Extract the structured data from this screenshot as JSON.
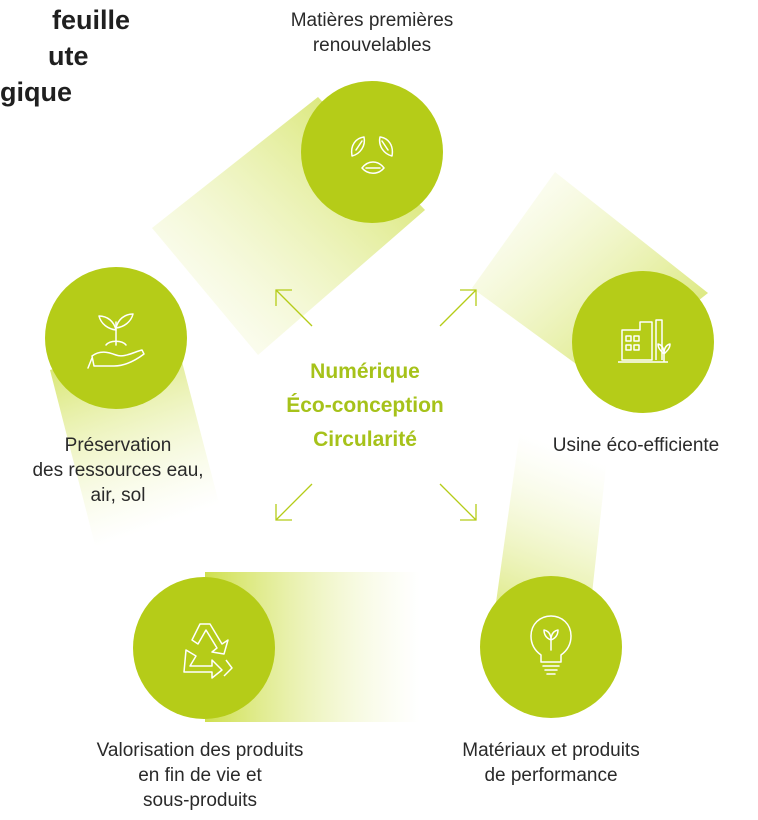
{
  "title": {
    "lines": [
      "feuille",
      "ute",
      "gique"
    ]
  },
  "center": {
    "lines": [
      "Numérique",
      "Éco-conception",
      "Circularité"
    ]
  },
  "nodes": [
    {
      "id": "raw-materials",
      "icon": "leaves-cycle-icon",
      "label_lines": [
        "Matières premières",
        "renouvelables"
      ]
    },
    {
      "id": "factory",
      "icon": "eco-factory-icon",
      "label_lines": [
        "Usine éco-efficiente"
      ]
    },
    {
      "id": "materials",
      "icon": "lightbulb-leaf-icon",
      "label_lines": [
        "Matériaux et produits",
        "de performance"
      ]
    },
    {
      "id": "valorisation",
      "icon": "recycle-icon",
      "label_lines": [
        "Valorisation des produits",
        "en fin de vie et",
        "sous-produits"
      ]
    },
    {
      "id": "preservation",
      "icon": "hand-plant-icon",
      "label_lines": [
        "Préservation",
        "des ressources eau,",
        "air, sol"
      ]
    }
  ],
  "colors": {
    "accent": "#b5cc18",
    "center_text": "#a6c21a",
    "icon_stroke": "#ffffff",
    "arrow": "#b5cc18"
  }
}
